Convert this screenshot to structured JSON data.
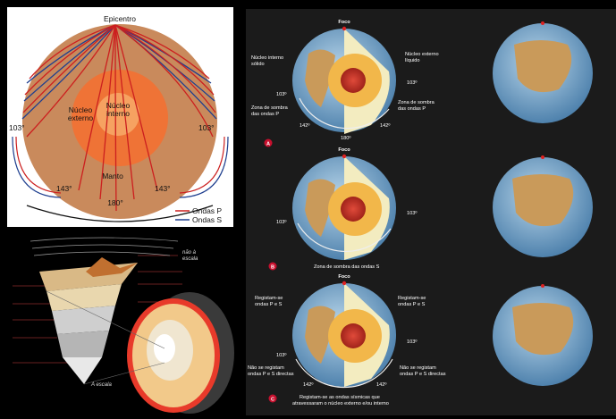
{
  "top_left": {
    "epicentro": "Epicentro",
    "nucleo_externo_1": "Núcleo",
    "nucleo_externo_2": "externo",
    "nucleo_interno_1": "Núcleo",
    "nucleo_interno_2": "interno",
    "manto": "Manto",
    "angle_103_left": "103°",
    "angle_103_right": "103°",
    "angle_143_left": "143°",
    "angle_143_right": "143°",
    "angle_180": "180°",
    "legend_p": "Ondas P",
    "legend_s": "Ondas S",
    "colors": {
      "p_wave": "#cc1f1f",
      "s_wave": "#1f3f8f",
      "outer_core": "#f07a3a",
      "inner_core": "#f4a060",
      "mantle": "#c98a5c"
    }
  },
  "bottom_left": {
    "nao_escala_1": "não à",
    "nao_escala_2": "escala",
    "a_escala": "A escala"
  },
  "right": {
    "globe_a": {
      "foco": "Foco",
      "nucleo_interno_1": "Núcleo interno",
      "nucleo_interno_2": "sólido",
      "nucleo_externo_1": "Núcleo externo",
      "nucleo_externo_2": "líquido",
      "angle_103_left": "103º",
      "angle_103_right": "103º",
      "sombra_left_1": "Zona de sombra",
      "sombra_left_2": "das ondas P",
      "sombra_right_1": "Zona de sombra",
      "sombra_right_2": "das ondas P",
      "angle_142_left": "142º",
      "angle_142_right": "142º",
      "angle_180": "180º",
      "letter": "A"
    },
    "globe_b": {
      "foco": "Foco",
      "angle_103_left": "103º",
      "angle_103_right": "103º",
      "sombra": "Zona de sombra das ondas S",
      "letter": "B"
    },
    "globe_c": {
      "foco": "Foco",
      "regist_left_1": "Registam-se",
      "regist_left_2": "ondas P e S",
      "regist_right_1": "Registam-se",
      "regist_right_2": "ondas P e S",
      "angle_103_left": "103º",
      "angle_103_right": "103º",
      "nao_left_1": "Não se registam",
      "nao_left_2": "ondas P e S directas",
      "nao_right_1": "Não se registam",
      "nao_right_2": "ondas P e S directas",
      "angle_142_left": "142º",
      "angle_142_right": "142º",
      "bottom_1": "Registam-se as ondas sísmicas que",
      "bottom_2": "atravessaram o núcleo externo e/ou interno",
      "letter": "C"
    }
  }
}
